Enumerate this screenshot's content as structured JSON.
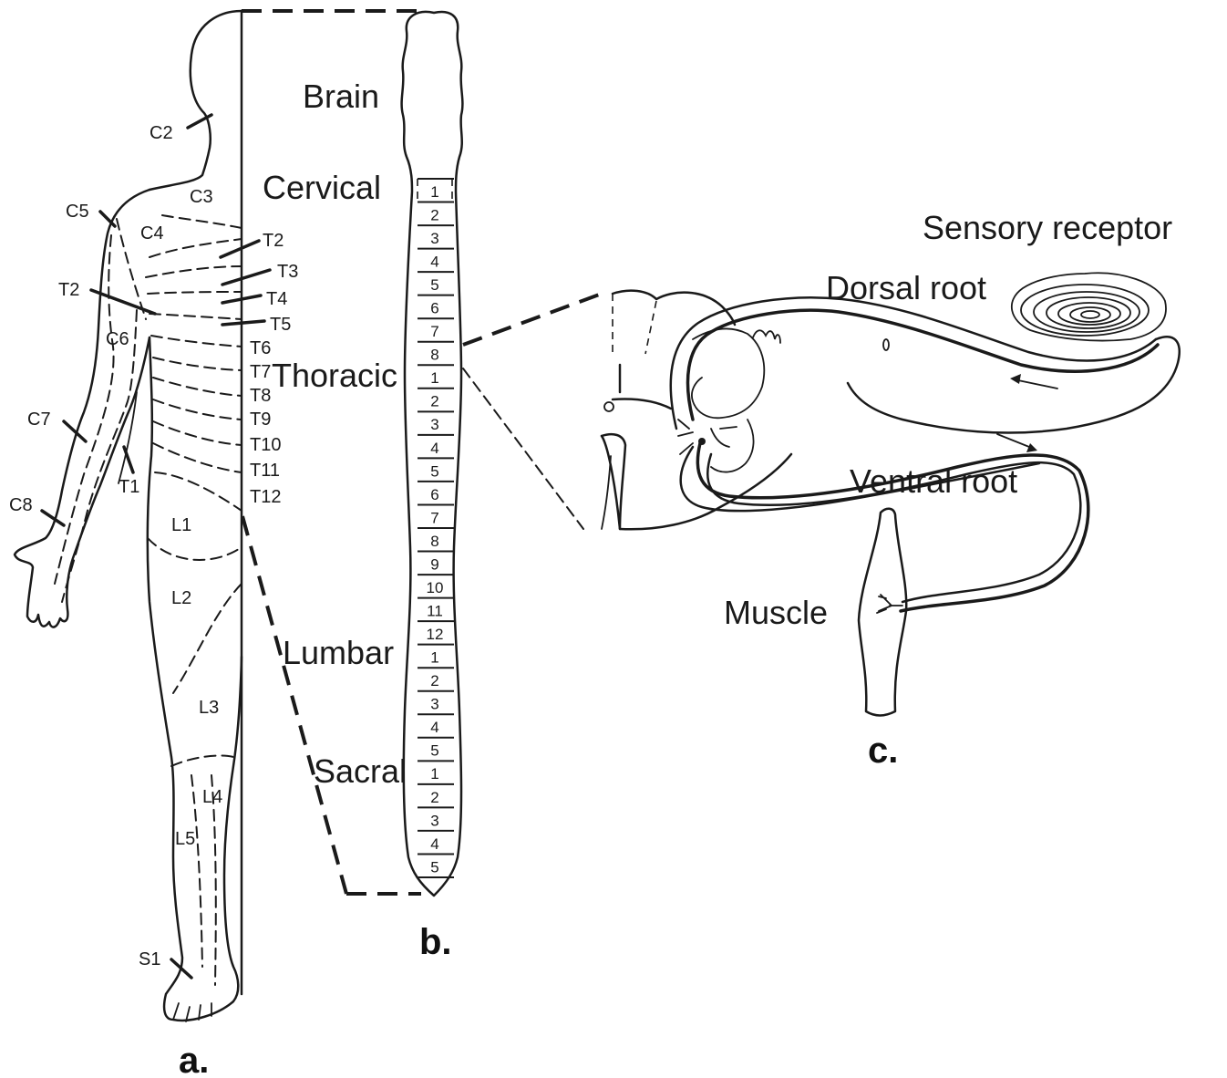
{
  "panel_a": {
    "label": "a.",
    "dermatomes": {
      "c2": "C2",
      "c3": "C3",
      "c4": "C4",
      "c5": "C5",
      "c6": "C6",
      "c7": "C7",
      "c8": "C8",
      "t1": "T1",
      "t2_arm": "T2",
      "t2": "T2",
      "t3": "T3",
      "t4": "T4",
      "t5": "T5",
      "t6": "T6",
      "t7": "T7",
      "t8": "T8",
      "t9": "T9",
      "t10": "T10",
      "t11": "T11",
      "t12": "T12",
      "l1": "L1",
      "l2": "L2",
      "l3": "L3",
      "l4": "L4",
      "l5": "L5",
      "s1": "S1"
    }
  },
  "panel_b": {
    "label": "b.",
    "regions": {
      "brain": "Brain",
      "cervical": "Cervical",
      "thoracic": "Thoracic",
      "lumbar": "Lumbar",
      "sacral": "Sacral"
    },
    "segment_numbers": [
      "1",
      "2",
      "3",
      "4",
      "5",
      "6",
      "7",
      "8",
      "1",
      "2",
      "3",
      "4",
      "5",
      "6",
      "7",
      "8",
      "9",
      "10",
      "11",
      "12",
      "1",
      "2",
      "3",
      "4",
      "5",
      "1",
      "2",
      "3",
      "4",
      "5"
    ]
  },
  "panel_c": {
    "label": "c.",
    "sensory_receptor": "Sensory receptor",
    "dorsal_root": "Dorsal root",
    "ventral_root": "Ventral root",
    "muscle": "Muscle"
  }
}
